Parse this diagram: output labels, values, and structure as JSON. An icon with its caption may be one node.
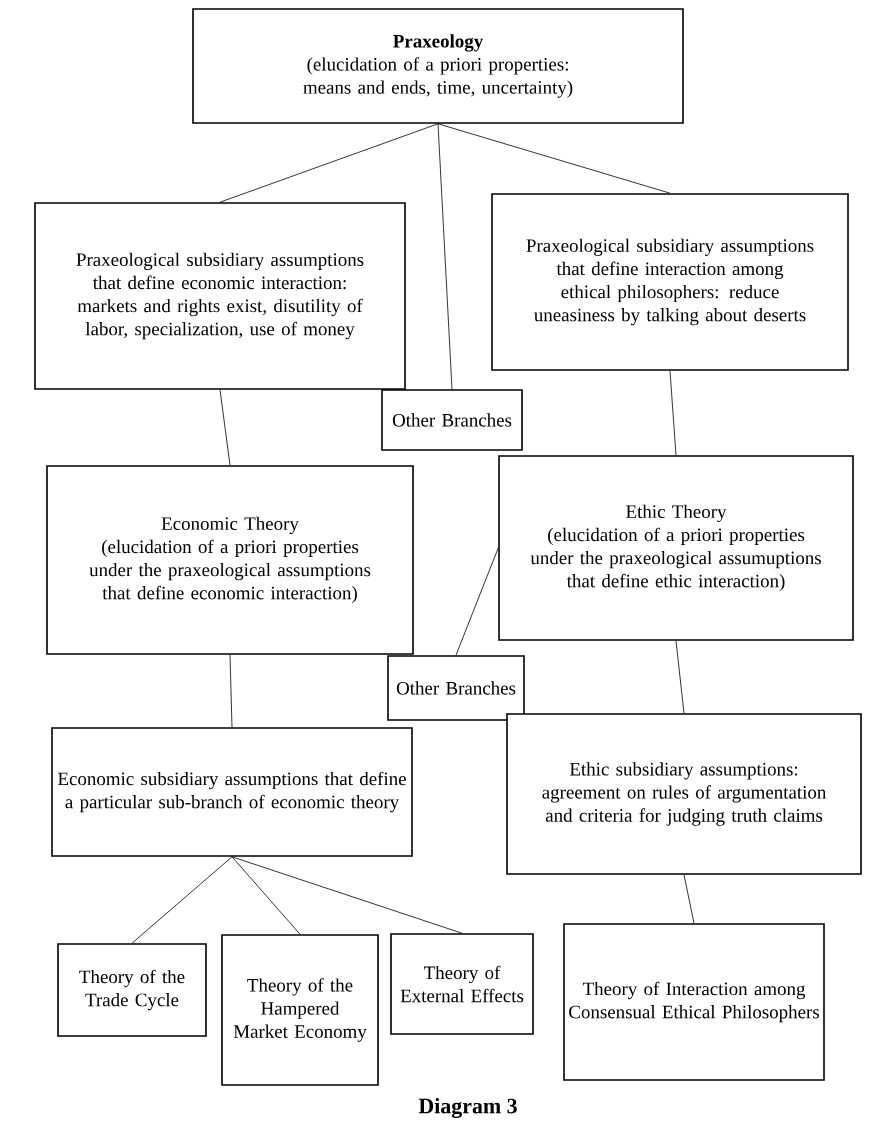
{
  "diagram": {
    "caption": "Diagram 3",
    "nodes": [
      {
        "text": [
          "Praxeology",
          "(elucidation of a priori properties: means and ends, time, uncertainty)"
        ]
      },
      {
        "text": [
          "Praxeological subsidiary assumptions that define economic interaction: markets and rights exist, disutility of labor, specialization, use of money"
        ]
      },
      {
        "text": [
          "Praxeological subsidiary assumptions that define interaction among ethical philosophers: reduce uneasiness by talking about deserts"
        ]
      },
      {
        "text": [
          "Other Branches"
        ]
      },
      {
        "text": [
          "Economic Theory",
          "(elucidation of a priori properties under the praxeological assumptions that define economic interaction)"
        ]
      },
      {
        "text": [
          "Ethic Theory",
          "(elucidation of a priori properties under the praxeological assumuptions that define ethic interaction)"
        ]
      },
      {
        "text": [
          "Other Branches"
        ]
      },
      {
        "text": [
          "Economic subsidiary assumptions that define a particular sub-branch of economic theory"
        ]
      },
      {
        "text": [
          "Ethic subsidiary assumptions: agreement on rules of argumentation and criteria for judging truth claims"
        ]
      },
      {
        "text": [
          "Theory of the Trade Cycle"
        ]
      },
      {
        "text": [
          "Theory of the Hampered Market Economy"
        ]
      },
      {
        "text": [
          "Theory of External Effects"
        ]
      },
      {
        "text": [
          "Theory of Interaction among Consensual Ethical Philosophers"
        ]
      }
    ],
    "edges": [
      {
        "from": 0,
        "to": 1,
        "arrow": "none"
      },
      {
        "from": 0,
        "to": 3,
        "arrow": "none"
      },
      {
        "from": 0,
        "to": 2,
        "arrow": "none"
      },
      {
        "from": 1,
        "to": 4,
        "arrow": "none"
      },
      {
        "from": 2,
        "to": 5,
        "arrow": "none"
      },
      {
        "from": 5,
        "to": 6,
        "arrow": "none"
      },
      {
        "from": 4,
        "to": 7,
        "arrow": "none"
      },
      {
        "from": 5,
        "to": 8,
        "arrow": "none"
      },
      {
        "from": 7,
        "to": 9,
        "arrow": "none"
      },
      {
        "from": 7,
        "to": 10,
        "arrow": "none"
      },
      {
        "from": 7,
        "to": 11,
        "arrow": "none"
      },
      {
        "from": 8,
        "to": 12,
        "arrow": "none"
      }
    ]
  }
}
